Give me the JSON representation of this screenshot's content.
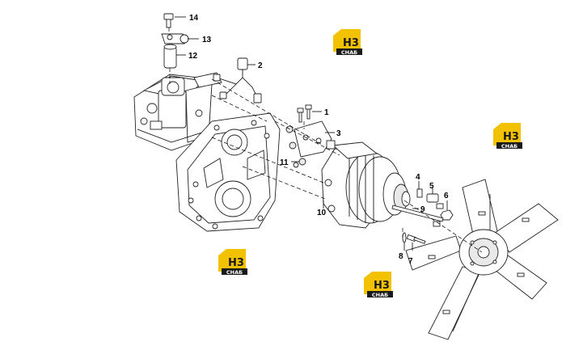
{
  "callouts": [
    "1",
    "2",
    "3",
    "4",
    "5",
    "6",
    "7",
    "8",
    "9",
    "10",
    "11",
    "12",
    "13",
    "14"
  ],
  "watermark": {
    "text_top": "H3",
    "text_bottom": "СНАБ",
    "colors": {
      "yellow": "#f2c200",
      "dark": "#1a1a1a",
      "white": "#ffffff"
    }
  }
}
